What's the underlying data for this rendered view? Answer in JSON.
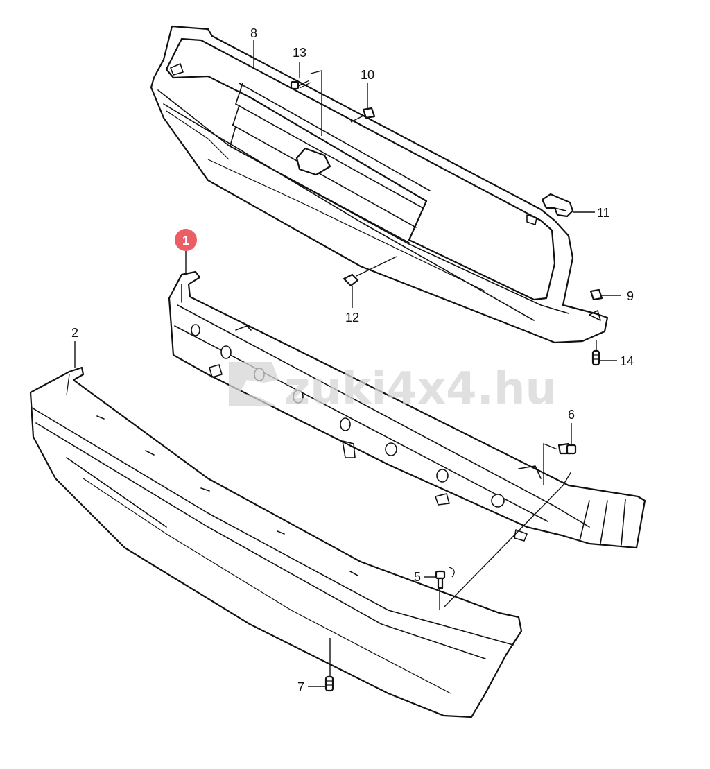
{
  "diagram": {
    "callouts": {
      "c1": "1",
      "c2": "2",
      "c5": "5",
      "c6": "6",
      "c7": "7",
      "c8": "8",
      "c9": "9",
      "c10": "10",
      "c11": "11",
      "c12": "12",
      "c13": "13",
      "c14": "14"
    },
    "highlighted_callout": "1",
    "watermark": "zuki4x4.hu",
    "colors": {
      "highlight": "#e8424a",
      "line": "#111111",
      "watermark": "#d6d6d6"
    }
  }
}
